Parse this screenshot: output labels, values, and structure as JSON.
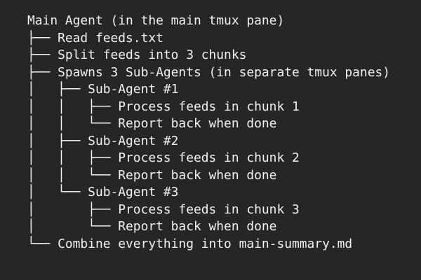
{
  "tree": {
    "lines": [
      {
        "prefix": "",
        "text": "Main Agent (in the main tmux pane)"
      },
      {
        "prefix": "├── ",
        "text": "Read feeds.txt"
      },
      {
        "prefix": "├── ",
        "text": "Split feeds into 3 chunks"
      },
      {
        "prefix": "├── ",
        "text": "Spawns 3 Sub-Agents (in separate tmux panes)"
      },
      {
        "prefix": "│   ├── ",
        "text": "Sub-Agent #1"
      },
      {
        "prefix": "│   │   ├── ",
        "text": "Process feeds in chunk 1"
      },
      {
        "prefix": "│   │   └── ",
        "text": "Report back when done"
      },
      {
        "prefix": "│   ├── ",
        "text": "Sub-Agent #2"
      },
      {
        "prefix": "│   │   ├── ",
        "text": "Process feeds in chunk 2"
      },
      {
        "prefix": "│   │   └── ",
        "text": "Report back when done"
      },
      {
        "prefix": "│   └── ",
        "text": "Sub-Agent #3"
      },
      {
        "prefix": "│       ├── ",
        "text": "Process feeds in chunk 3"
      },
      {
        "prefix": "│       └── ",
        "text": "Report back when done"
      },
      {
        "prefix": "└── ",
        "text": "Combine everything into main-summary.md"
      }
    ]
  }
}
